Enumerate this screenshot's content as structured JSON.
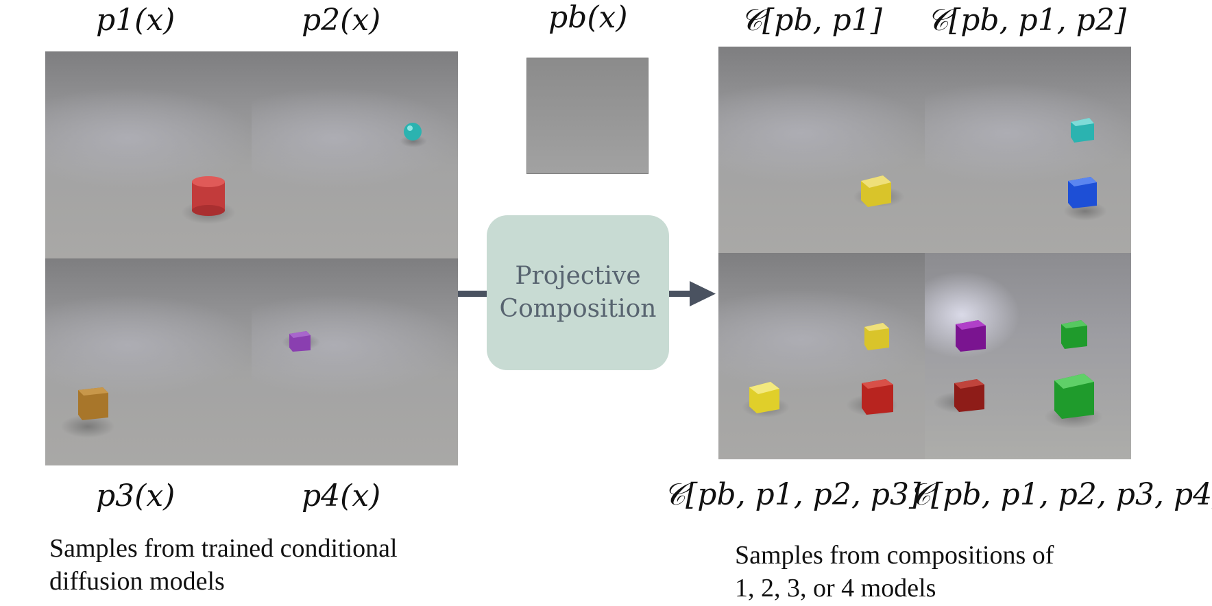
{
  "top_labels": {
    "p1": "p1(x)",
    "p2": "p2(x)",
    "pb": "pb(x)",
    "c1": "𝒞[pb, p1]",
    "c2": "𝒞[pb, p1, p2]"
  },
  "bottom_labels": {
    "p3": "p3(x)",
    "p4": "p4(x)",
    "c3": "𝒞[pb, p1, p2, p3]",
    "c4": "𝒞[pb, p1, p2, p3, p4]"
  },
  "center_box": {
    "label": "Projective\nComposition"
  },
  "captions": {
    "left": "Samples from trained conditional\ndiffusion models",
    "right": "Samples from compositions of\n1, 2, 3, or 4 models"
  },
  "colors": {
    "box_fill": "#c8dbd3",
    "box_text": "#586470",
    "arrow": "#4a5260",
    "object_red": "#c23b3b",
    "object_teal": "#2bb3b0",
    "object_purple": "#8a3fb0",
    "object_brown": "#a8762a",
    "object_yellow": "#e0cf2a",
    "object_blue": "#1d4fd6",
    "object_green": "#1f9b2c",
    "object_magenta": "#8a1a9a"
  }
}
